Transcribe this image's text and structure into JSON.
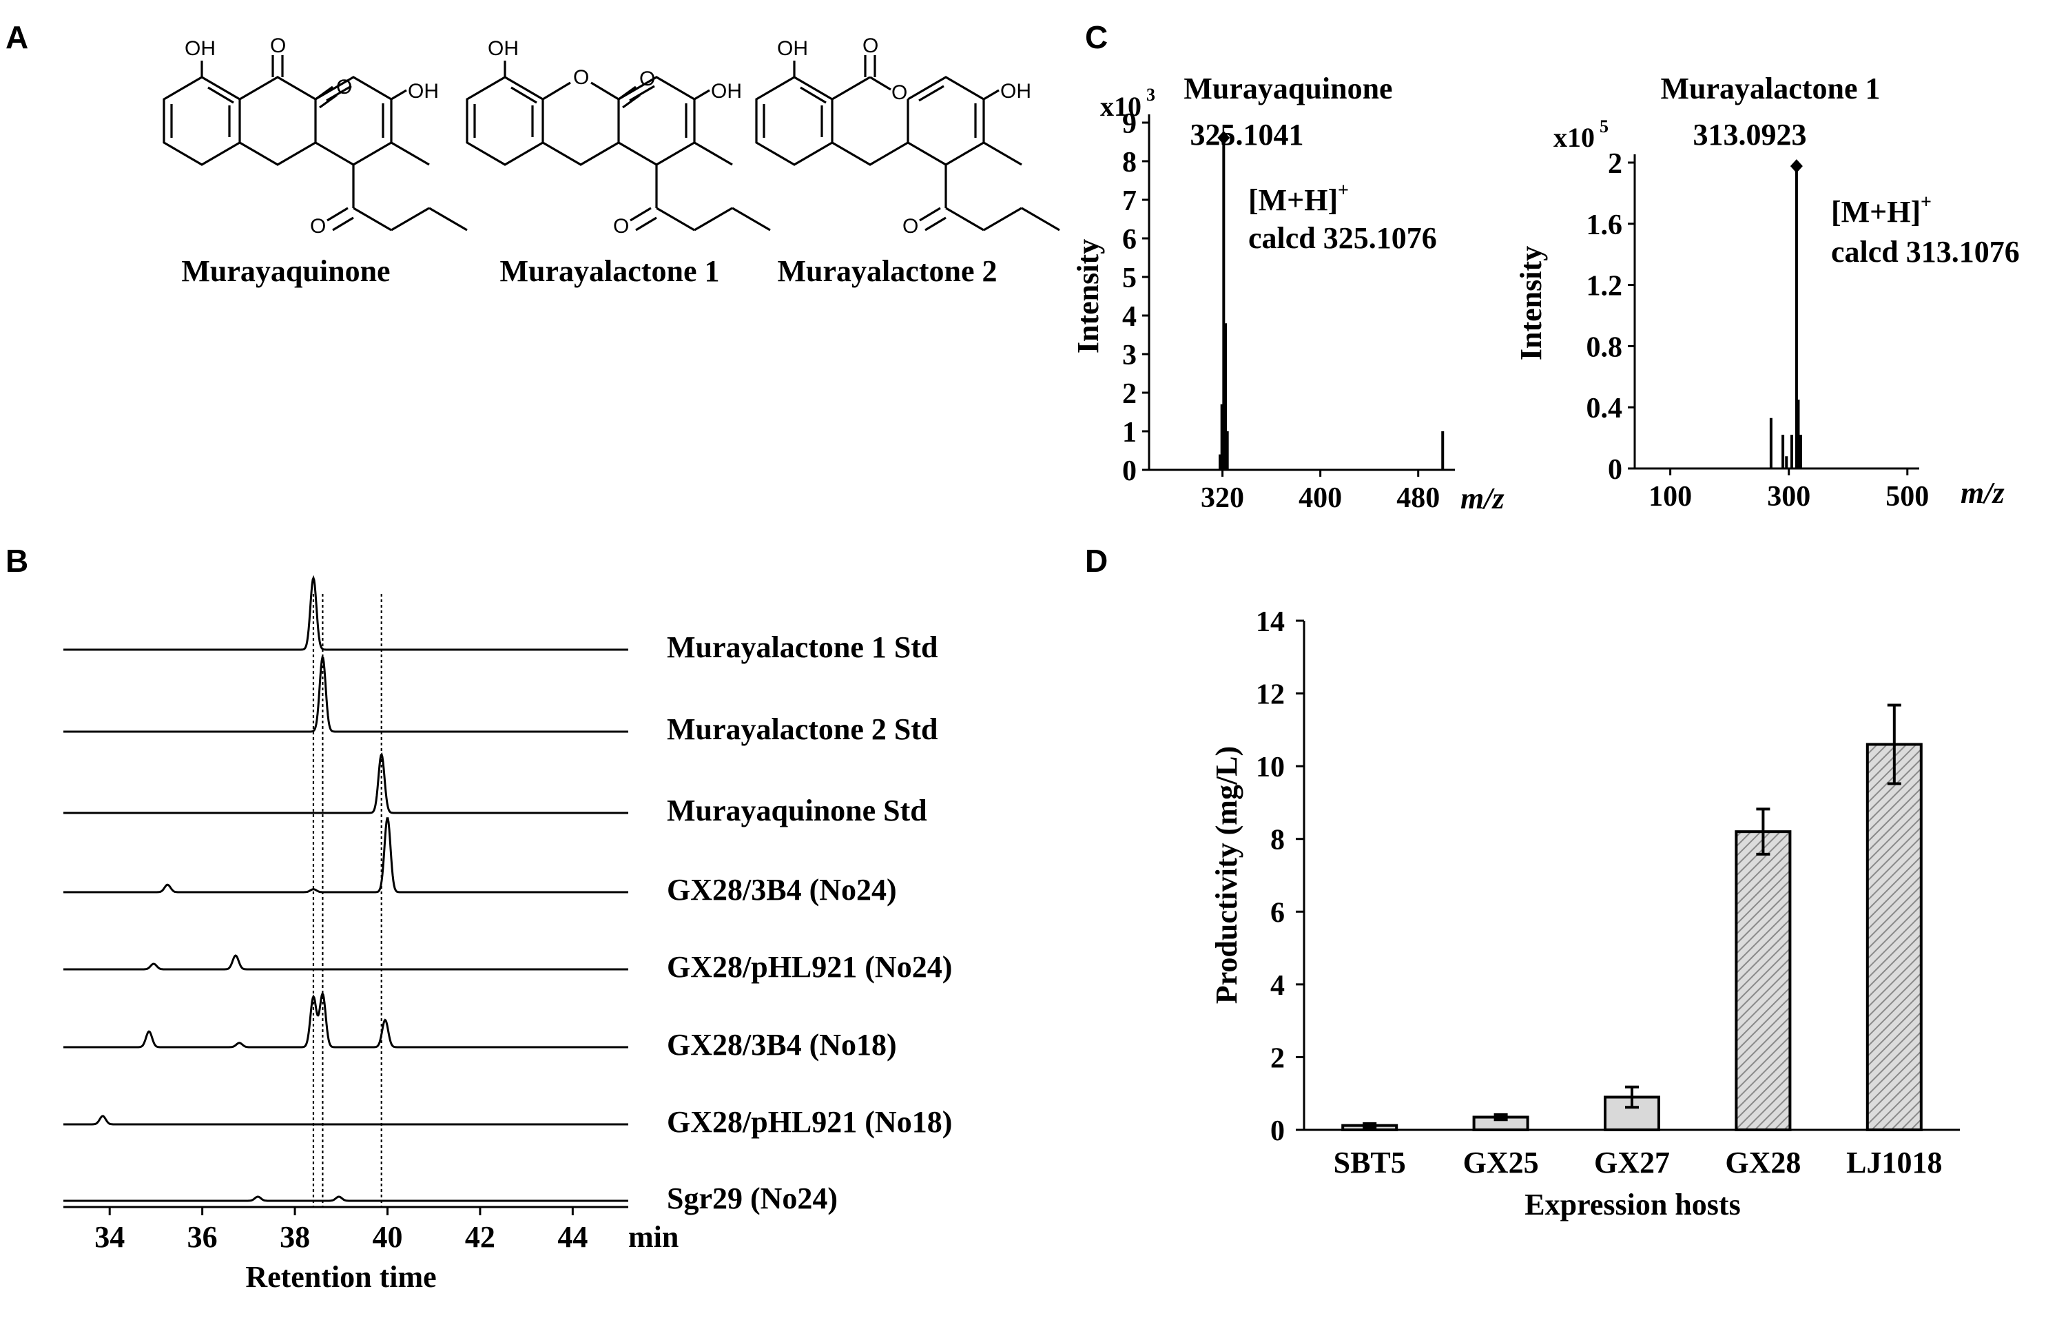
{
  "panels": {
    "A": {
      "letter": "A",
      "structures": [
        {
          "name": "Murayaquinone",
          "oh_top": "OH",
          "oh_right": "OH",
          "o_ketone": "O",
          "o_quinone1": "O",
          "o_quinone2": "O"
        },
        {
          "name": "Murayalactone 1",
          "oh_top": "OH",
          "oh_right": "OH",
          "o_ketone": "O",
          "o_ring": "O",
          "o_lactone": "O"
        },
        {
          "name": "Murayalactone 2",
          "oh_top": "OH",
          "oh_right": "OH",
          "o_ketone": "O",
          "o_ring": "O",
          "o_lactone": "O"
        }
      ]
    },
    "B": {
      "letter": "B"
    },
    "C": {
      "letter": "C"
    },
    "D": {
      "letter": "D"
    }
  },
  "chart_data": [
    {
      "id": "B",
      "type": "line",
      "xlabel": "Retention time",
      "x_unit": "min",
      "xlim": [
        33,
        45.2
      ],
      "x_ticks": [
        34,
        36,
        38,
        40,
        42,
        44
      ],
      "reference_lines": [
        38.4,
        38.6,
        39.87
      ],
      "series": [
        {
          "name": "Murayalactone 1 Std",
          "peaks": [
            {
              "rt": 38.4,
              "height": 1.0
            }
          ]
        },
        {
          "name": "Murayalactone 2 Std",
          "peaks": [
            {
              "rt": 38.6,
              "height": 1.0
            }
          ]
        },
        {
          "name": "Murayaquinone Std",
          "peaks": [
            {
              "rt": 39.87,
              "height": 0.85
            }
          ]
        },
        {
          "name": "GX28/3B4 (No24)",
          "peaks": [
            {
              "rt": 35.25,
              "height": 0.1
            },
            {
              "rt": 38.4,
              "height": 0.04
            },
            {
              "rt": 40.0,
              "height": 1.0
            }
          ]
        },
        {
          "name": "GX28/pHL921 (No24)",
          "peaks": [
            {
              "rt": 34.95,
              "height": 0.08
            },
            {
              "rt": 36.72,
              "height": 0.2
            }
          ]
        },
        {
          "name": "GX28/3B4 (No18)",
          "peaks": [
            {
              "rt": 34.85,
              "height": 0.22
            },
            {
              "rt": 36.8,
              "height": 0.06
            },
            {
              "rt": 38.4,
              "height": 0.7
            },
            {
              "rt": 38.6,
              "height": 0.74
            },
            {
              "rt": 39.95,
              "height": 0.38
            }
          ]
        },
        {
          "name": "GX28/pHL921 (No18)",
          "peaks": [
            {
              "rt": 33.85,
              "height": 0.12
            }
          ]
        },
        {
          "name": "Sgr29 (No24)",
          "peaks": [
            {
              "rt": 37.2,
              "height": 0.06
            },
            {
              "rt": 38.95,
              "height": 0.06
            }
          ]
        }
      ]
    },
    {
      "id": "C1",
      "type": "bar",
      "title": "Murayaquinone",
      "ylabel": "Intensity",
      "y_multiplier": "x10",
      "y_exponent": "3",
      "xlabel": "m/z",
      "xlim": [
        260,
        510
      ],
      "ylim": [
        0,
        9
      ],
      "x_ticks": [
        320,
        400,
        480
      ],
      "y_ticks": [
        0,
        1,
        2,
        3,
        4,
        5,
        6,
        7,
        8,
        9
      ],
      "peak_label": "325.1041",
      "ion_label": "[M+H]",
      "ion_charge": "+",
      "calcd_label": "calcd 325.1076",
      "peaks": [
        {
          "mz": 318,
          "y": 0.4
        },
        {
          "mz": 319.5,
          "y": 1.7
        },
        {
          "mz": 321,
          "y": 8.5
        },
        {
          "mz": 322.5,
          "y": 3.8
        },
        {
          "mz": 324,
          "y": 1.0
        },
        {
          "mz": 500,
          "y": 1.0
        }
      ]
    },
    {
      "id": "C2",
      "type": "bar",
      "title": "Murayalactone 1",
      "ylabel": "Intensity",
      "y_multiplier": "x10",
      "y_exponent": "5",
      "xlabel": "m/z",
      "xlim": [
        40,
        520
      ],
      "ylim": [
        0,
        2
      ],
      "x_ticks": [
        100,
        300,
        500
      ],
      "y_ticks": [
        0,
        0.4,
        0.8,
        1.2,
        1.6,
        2
      ],
      "peak_label": "313.0923",
      "ion_label": "[M+H]",
      "ion_charge": "+",
      "calcd_label": "calcd 313.1076",
      "peaks": [
        {
          "mz": 270,
          "y": 0.33
        },
        {
          "mz": 290,
          "y": 0.22
        },
        {
          "mz": 296,
          "y": 0.08
        },
        {
          "mz": 305,
          "y": 0.22
        },
        {
          "mz": 313,
          "y": 1.95
        },
        {
          "mz": 316,
          "y": 0.45
        },
        {
          "mz": 320,
          "y": 0.22
        }
      ]
    },
    {
      "id": "D",
      "type": "bar",
      "categories": [
        "SBT5",
        "GX25",
        "GX27",
        "GX28",
        "LJ1018"
      ],
      "values": [
        0.12,
        0.35,
        0.9,
        8.2,
        10.6
      ],
      "errors": [
        0.05,
        0.07,
        0.28,
        0.62,
        1.08
      ],
      "hatched": [
        false,
        false,
        false,
        true,
        true
      ],
      "xlabel": "Expression hosts",
      "ylabel": "Productivity (mg/L)",
      "ylim": [
        0,
        14
      ],
      "y_ticks": [
        0,
        2,
        4,
        6,
        8,
        10,
        12,
        14
      ]
    }
  ]
}
